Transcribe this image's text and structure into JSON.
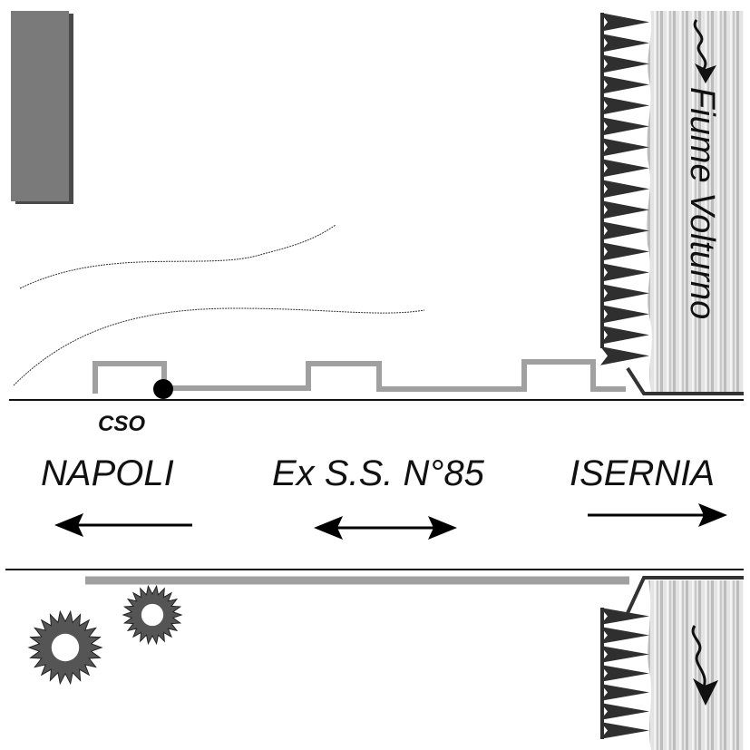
{
  "labels": {
    "cso": "CSO",
    "napoli": "NAPOLI",
    "road": "Ex S.S. N°85",
    "isernia": "ISERNIA",
    "river": "Fiume Volturno"
  },
  "colors": {
    "building": "#7a7a7a",
    "wall": "#a0a0a0",
    "road_edge": "#111111",
    "river": "#d6d6d6",
    "shrub": "#555555",
    "bank": "#333333"
  },
  "icons": {
    "cso_point": "filled-circle-icon",
    "to_napoli": "arrow-left-icon",
    "both_ways": "double-arrow-icon",
    "to_isernia": "arrow-right-icon",
    "flow": "wavy-arrow-down-icon",
    "tree": "shrub-icon"
  }
}
